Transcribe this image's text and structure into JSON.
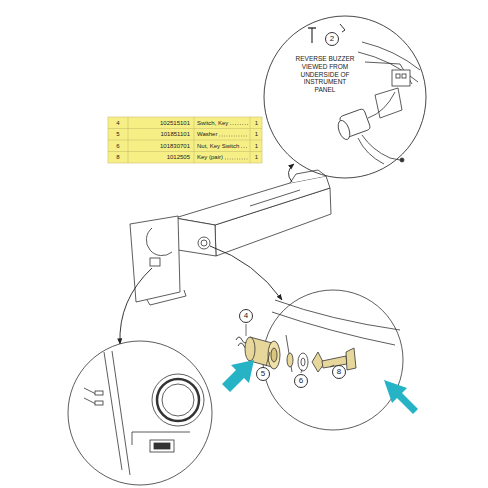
{
  "diagram": {
    "nodes": [
      {
        "text": [
          "REVERSE BUZZER VIEWED FROM UNDERSIDE OF INSTRUMENT PANEL"
        ]
      },
      {
        "text": [
          "2"
        ],
        "in": 0
      },
      {
        "text": [
          "4"
        ]
      },
      {
        "text": [
          "5"
        ]
      },
      {
        "text": [
          "6"
        ]
      },
      {
        "text": [
          "8"
        ]
      }
    ],
    "labels": [
      "4",
      "102515101",
      "Switch, Key",
      "1",
      "5",
      "101851101",
      "Washer",
      "1",
      "6",
      "101830701",
      "Nut, Key Switch",
      "1",
      "8",
      "1012505",
      "Key (pair)",
      "1"
    ]
  }
}
